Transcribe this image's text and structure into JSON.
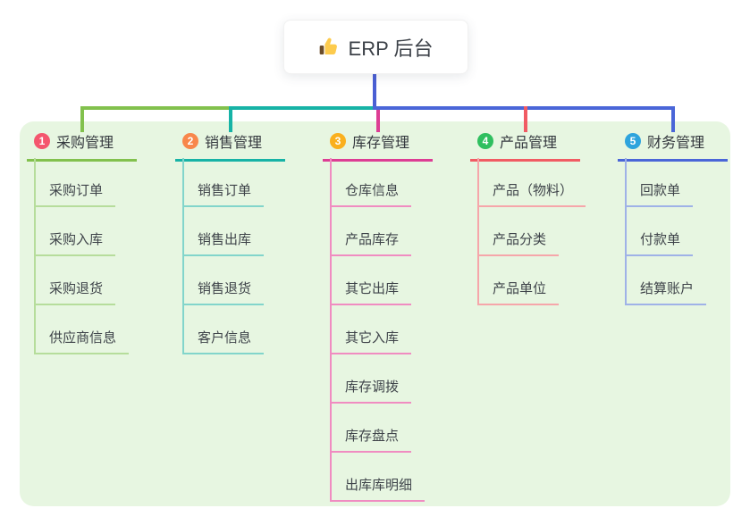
{
  "root": {
    "label": "ERP 后台",
    "icon": "thumbs-up-icon",
    "connector_color": "#4a5fd4"
  },
  "panel": {
    "background": "#e7f6e1"
  },
  "branches": [
    {
      "number": "1",
      "label": "采购管理",
      "badge_color": "#f4566e",
      "line_color": "#82c14d",
      "child_line_color": "#b6dd9b",
      "children": [
        "采购订单",
        "采购入库",
        "采购退货",
        "供应商信息"
      ]
    },
    {
      "number": "2",
      "label": "销售管理",
      "badge_color": "#f8874b",
      "line_color": "#17b3a6",
      "child_line_color": "#82d5cb",
      "children": [
        "销售订单",
        "销售出库",
        "销售退货",
        "客户信息"
      ]
    },
    {
      "number": "3",
      "label": "库存管理",
      "badge_color": "#fab01e",
      "line_color": "#dd3d94",
      "child_line_color": "#f08cc1",
      "children": [
        "仓库信息",
        "产品库存",
        "其它出库",
        "其它入库",
        "库存调拨",
        "库存盘点",
        "出库库明细"
      ]
    },
    {
      "number": "4",
      "label": "产品管理",
      "badge_color": "#2fbf5f",
      "line_color": "#f15b63",
      "child_line_color": "#f6a6aa",
      "children": [
        "产品（物料）",
        "产品分类",
        "产品单位"
      ]
    },
    {
      "number": "5",
      "label": "财务管理",
      "badge_color": "#2ea4dd",
      "line_color": "#4a66d8",
      "child_line_color": "#9fb2e7",
      "children": [
        "回款单",
        "付款单",
        "结算账户"
      ]
    }
  ]
}
